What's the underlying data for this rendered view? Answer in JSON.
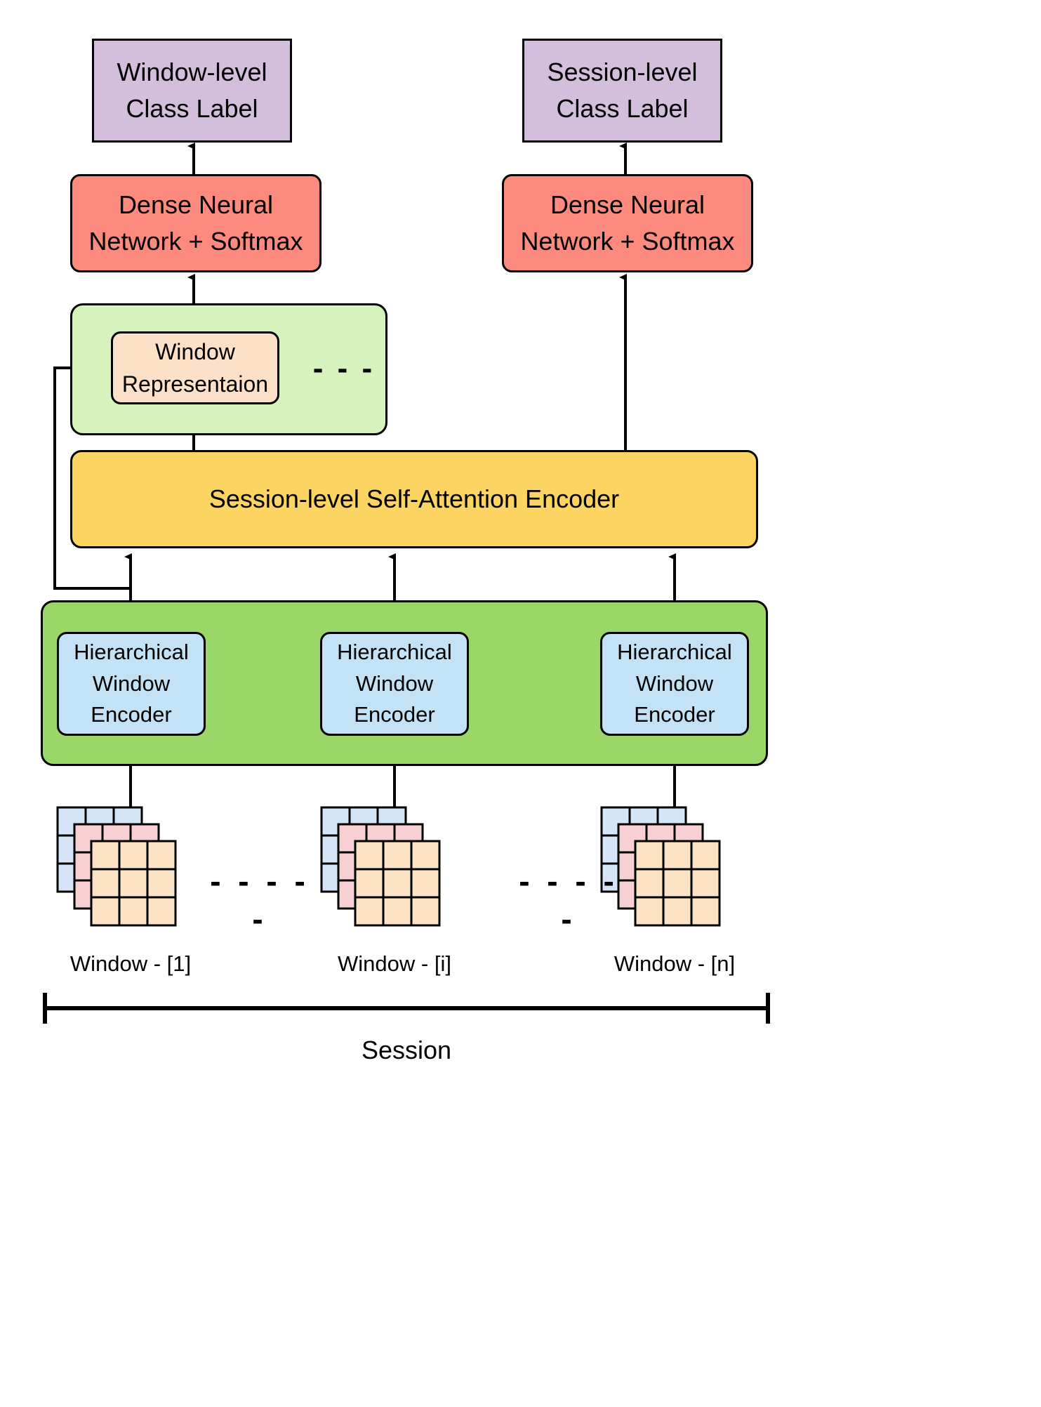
{
  "diagram": {
    "title_present": false,
    "colors": {
      "class_label": "#d3bedd",
      "dense": "#fc8a7e",
      "window_group": "#d6f2bd",
      "window_rep": "#fde0c8",
      "session_encoder": "#fcd462",
      "encoder_group": "#9bd668",
      "hier_encoder": "#c3e2f5",
      "matrix_back": "#d6e4f7",
      "matrix_mid": "#f7d0d4",
      "matrix_front": "#fde3c6",
      "stroke": "#000000"
    },
    "nodes": {
      "window_level_label": "Window-level\nClass Label",
      "window_level_label_line1": "Window-level",
      "window_level_label_line2": "Class Label",
      "session_level_label_line1": "Session-level",
      "session_level_label_line2": "Class Label",
      "dense_left_line1": "Dense Neural",
      "dense_left_line2": "Network + Softmax",
      "dense_right_line1": "Dense Neural",
      "dense_right_line2": "Network + Softmax",
      "window_representation_line1": "Window",
      "window_representation_line2": "Representaion",
      "session_encoder": "Session-level Self-Attention Encoder",
      "hier_encoder_1_line1": "Hierarchical",
      "hier_encoder_1_line2": "Window",
      "hier_encoder_1_line3": "Encoder",
      "hier_encoder_2_line1": "Hierarchical",
      "hier_encoder_2_line2": "Window",
      "hier_encoder_2_line3": "Encoder",
      "hier_encoder_3_line1": "Hierarchical",
      "hier_encoder_3_line2": "Window",
      "hier_encoder_3_line3": "Encoder"
    },
    "captions": {
      "window_1": "Window - [1]",
      "window_i": "Window - [i]",
      "window_n": "Window - [n]",
      "session": "Session"
    },
    "ellipses": {
      "window_rep_dots": "- - -",
      "matrix_dots_left": "- - - - -",
      "matrix_dots_right": "- - - - -"
    }
  }
}
